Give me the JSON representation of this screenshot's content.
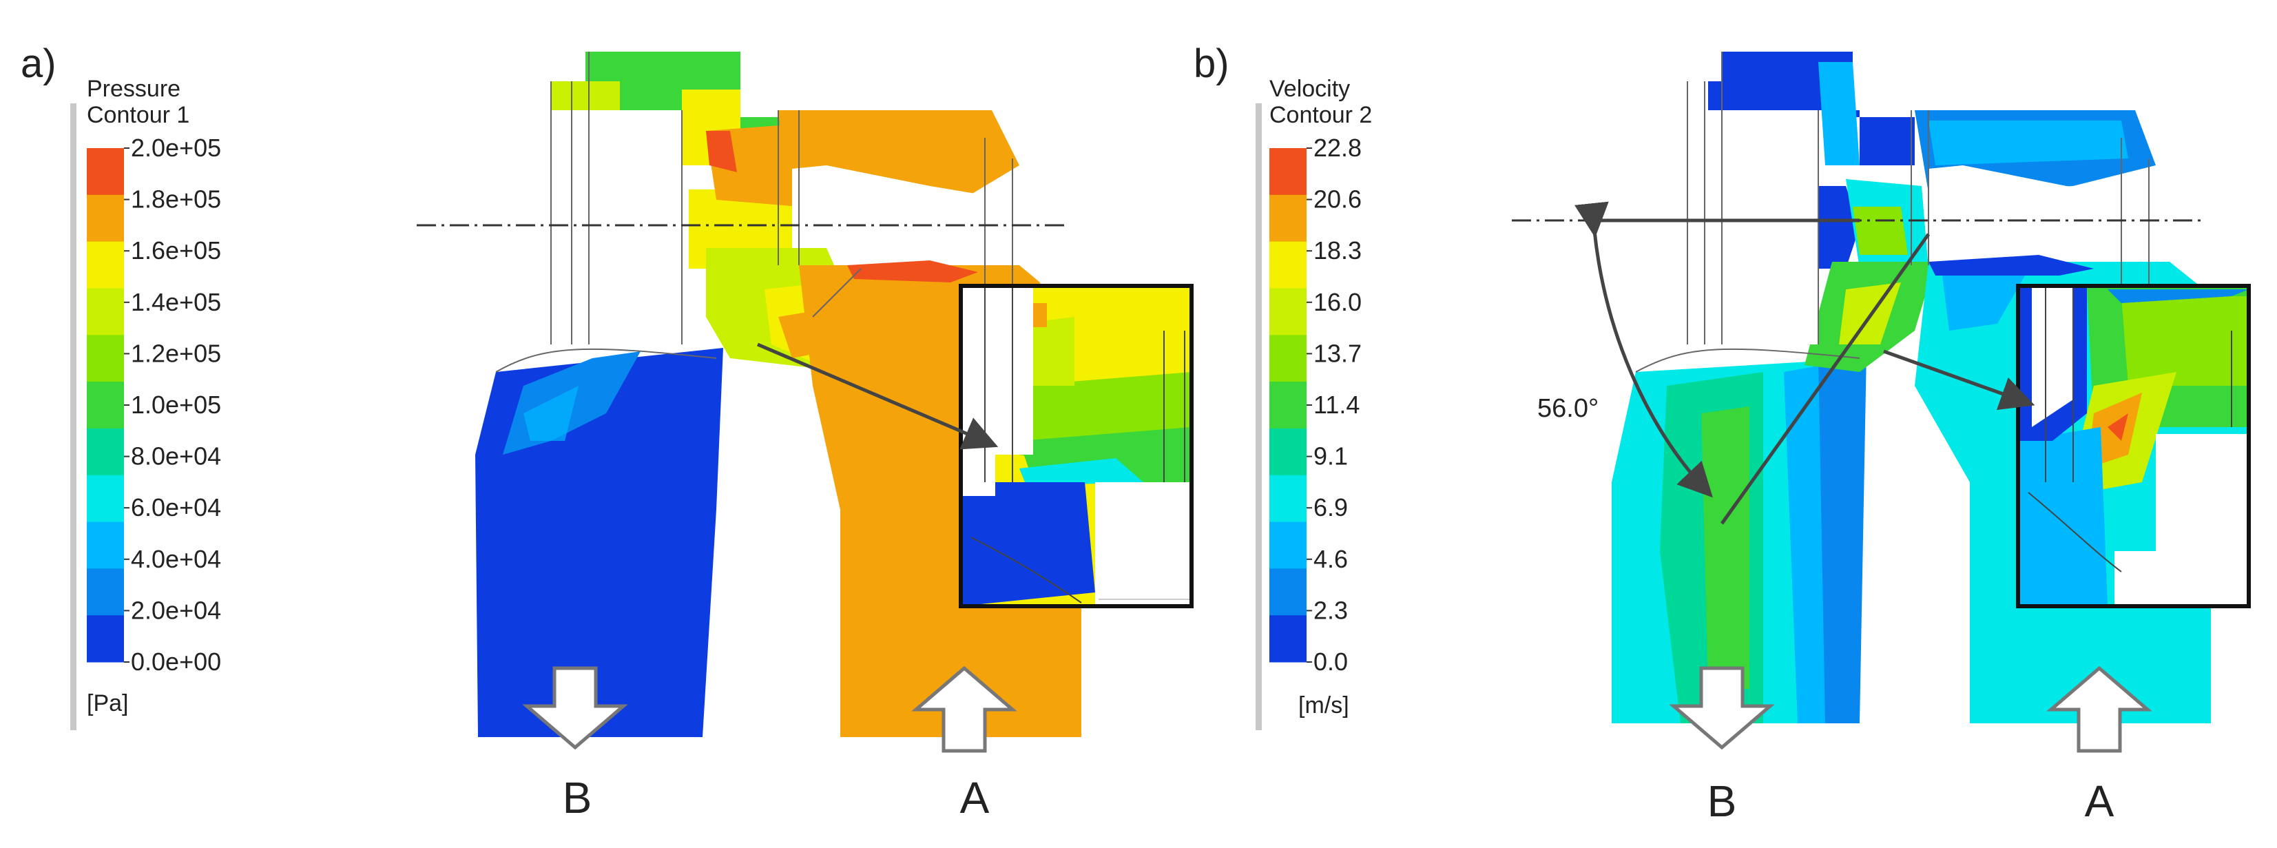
{
  "panel_a": {
    "label": "a)",
    "legend": {
      "title_line1": "Pressure",
      "title_line2": "Contour 1",
      "ticks": [
        "2.0e+05",
        "1.8e+05",
        "1.6e+05",
        "1.4e+05",
        "1.2e+05",
        "1.0e+05",
        "8.0e+04",
        "6.0e+04",
        "4.0e+04",
        "2.0e+04",
        "0.0e+00"
      ],
      "unit": "[Pa]",
      "colors": [
        "#f0501c",
        "#f5a30a",
        "#f5f000",
        "#c8f000",
        "#88e400",
        "#3ad63a",
        "#00d89a",
        "#00e8e8",
        "#00b8ff",
        "#0888ee",
        "#0d3de0"
      ]
    },
    "outlet_label": "B",
    "inlet_label": "A"
  },
  "panel_b": {
    "label": "b)",
    "legend": {
      "title_line1": "Velocity",
      "title_line2": "Contour 2",
      "ticks": [
        "22.8",
        "20.6",
        "18.3",
        "16.0",
        "13.7",
        "11.4",
        "9.1",
        "6.9",
        "4.6",
        "2.3",
        "0.0"
      ],
      "unit": "[m/s]",
      "colors": [
        "#f0501c",
        "#f5a30a",
        "#f5f000",
        "#c8f000",
        "#88e400",
        "#3ad63a",
        "#00d89a",
        "#00e8e8",
        "#00b8ff",
        "#0888ee",
        "#0d3de0"
      ]
    },
    "angle_label": "56.0°",
    "outlet_label": "B",
    "inlet_label": "A"
  }
}
